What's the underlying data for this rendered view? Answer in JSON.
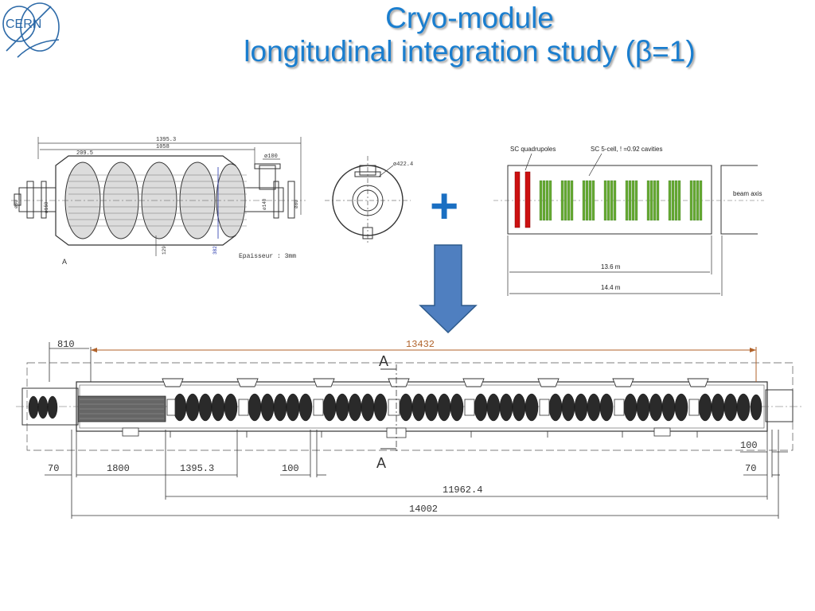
{
  "logo": {
    "text": "CERN"
  },
  "title": {
    "line1": "Cryo-module",
    "line2": "longitudinal integration study (β=1)"
  },
  "cavity_drawing": {
    "dim_overall": "1395.3",
    "dim_inner": "1058",
    "dim_end": "209.5",
    "dim_port": "ø100",
    "dim_left_1": "ø80",
    "dim_left_2": "ø150",
    "dim_right_1": "ø140",
    "dim_right_2": "ø80",
    "dim_bottom_1": "129",
    "dim_bottom_2": "382",
    "note": "Epaisseur : 3mm",
    "section_label": "A",
    "endview_dim": "ø422.4"
  },
  "plus_sign": "+",
  "schematic": {
    "label_quads": "SC quadrupoles",
    "label_cavities": "SC 5-cell, ! =0.92 cavities",
    "label_beam": "beam axis",
    "dim_1": "13.6 m",
    "dim_2": "14.4 m",
    "colors": {
      "quad": "#cc1111",
      "cavity": "#66aa33"
    }
  },
  "arrow": {
    "color": "#4f7fc0",
    "border": "#2d5a8c"
  },
  "module_drawing": {
    "dim_top_left": "810",
    "dim_top_main": "13432",
    "section_top": "A",
    "section_bottom": "A",
    "dim_right_100": "100",
    "dim_70_left": "70",
    "dim_1800": "1800",
    "dim_1395": "1395.3",
    "dim_100": "100",
    "dim_70_right": "70",
    "dim_11962": "11962.4",
    "dim_14002": "14002",
    "colors": {
      "main_dim": "#b0622a"
    }
  }
}
